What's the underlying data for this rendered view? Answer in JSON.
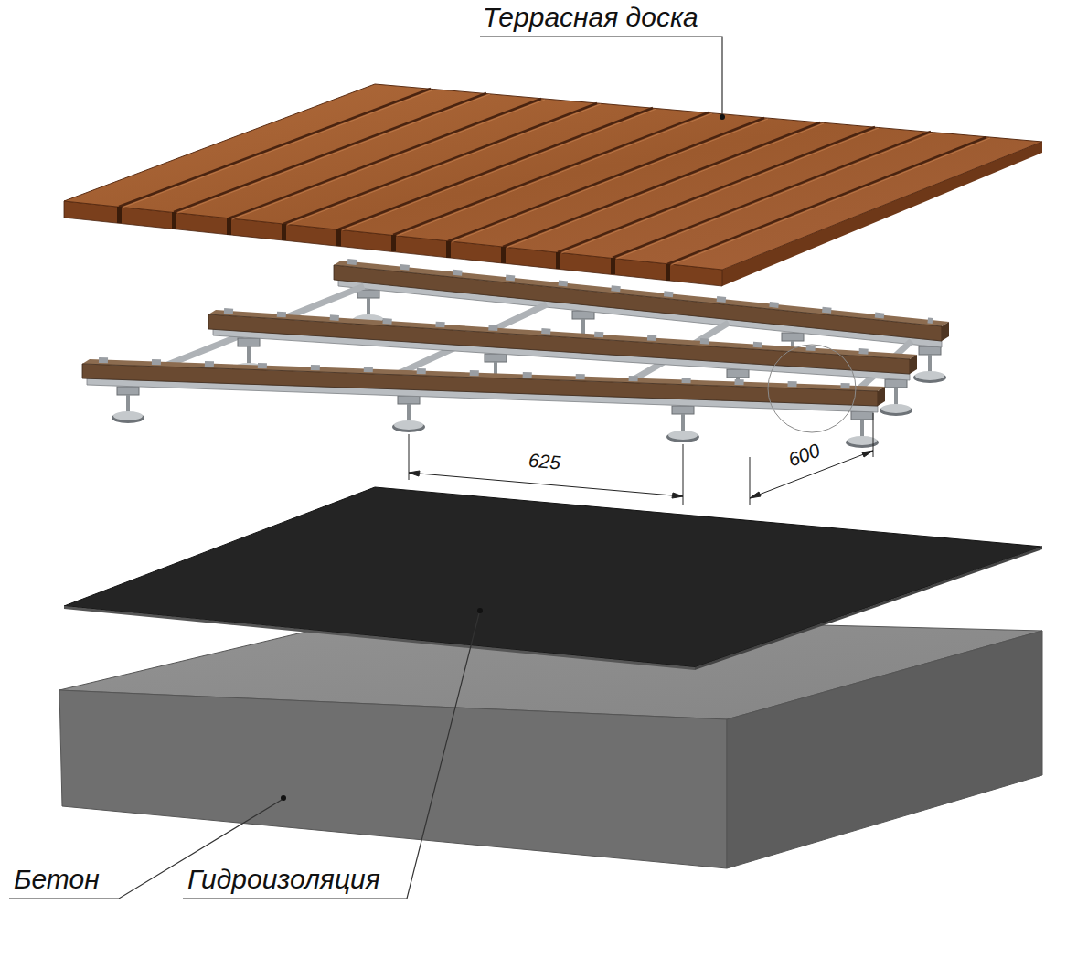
{
  "diagram": {
    "labels": [
      "Террасная доска",
      "625",
      "600",
      "Бетон",
      "Гидроизоляция"
    ]
  }
}
